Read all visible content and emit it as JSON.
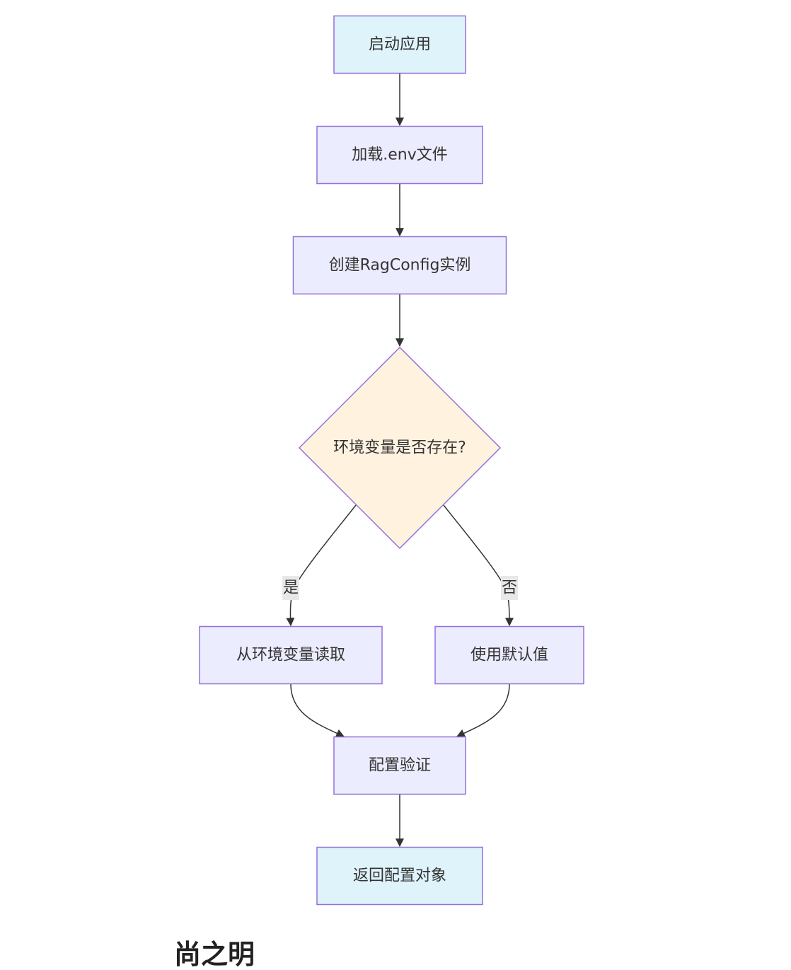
{
  "colors": {
    "terminal_fill": "#dff3fb",
    "process_fill": "#ececff",
    "decision_fill": "#fff3e0",
    "node_border": "#9370db",
    "edge": "#333333",
    "text": "#333333",
    "edge_label_bg": "#e8e8e8"
  },
  "flowchart": {
    "nodes": [
      {
        "id": "start",
        "shape": "rect",
        "style": "terminal",
        "label": "启动应用"
      },
      {
        "id": "load_env",
        "shape": "rect",
        "style": "process",
        "label": "加载.env文件"
      },
      {
        "id": "create_config",
        "shape": "rect",
        "style": "process",
        "label": "创建RagConfig实例"
      },
      {
        "id": "env_exists",
        "shape": "diamond",
        "style": "decision",
        "label": "环境变量是否存在?"
      },
      {
        "id": "read_env",
        "shape": "rect",
        "style": "process",
        "label": "从环境变量读取"
      },
      {
        "id": "use_default",
        "shape": "rect",
        "style": "process",
        "label": "使用默认值"
      },
      {
        "id": "validate",
        "shape": "rect",
        "style": "process",
        "label": "配置验证"
      },
      {
        "id": "return_obj",
        "shape": "rect",
        "style": "terminal",
        "label": "返回配置对象"
      }
    ],
    "edges": [
      {
        "from": "start",
        "to": "load_env",
        "label": ""
      },
      {
        "from": "load_env",
        "to": "create_config",
        "label": ""
      },
      {
        "from": "create_config",
        "to": "env_exists",
        "label": ""
      },
      {
        "from": "env_exists",
        "to": "read_env",
        "label": "是"
      },
      {
        "from": "env_exists",
        "to": "use_default",
        "label": "否"
      },
      {
        "from": "read_env",
        "to": "validate",
        "label": ""
      },
      {
        "from": "use_default",
        "to": "validate",
        "label": ""
      },
      {
        "from": "validate",
        "to": "return_obj",
        "label": ""
      }
    ]
  },
  "section_heading_partial": "尚之明"
}
